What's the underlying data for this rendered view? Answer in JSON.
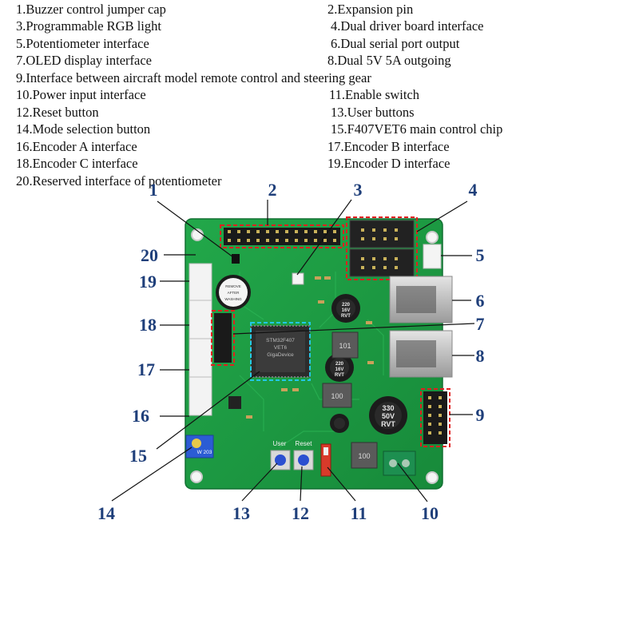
{
  "legend": [
    {
      "text": "1.Buzzer control jumper cap"
    },
    {
      "text": "2.Expansion pin"
    },
    {
      "text": "3.Programmable RGB light"
    },
    {
      "text": "4.Dual driver board interface"
    },
    {
      "text": "5.Potentiometer interface"
    },
    {
      "text": "6.Dual serial port output"
    },
    {
      "text": "7.OLED display interface"
    },
    {
      "text": "8.Dual 5V 5A outgoing"
    },
    {
      "text": "9.Interface between aircraft model remote control and steering gear"
    },
    {
      "text": "10.Power input interface"
    },
    {
      "text": "11.Enable switch"
    },
    {
      "text": "12.Reset button"
    },
    {
      "text": "13.User buttons"
    },
    {
      "text": "14.Mode selection button"
    },
    {
      "text": "15.F407VET6 main control chip"
    },
    {
      "text": "16.Encoder A interface"
    },
    {
      "text": "17.Encoder B interface"
    },
    {
      "text": "18.Encoder C interface"
    },
    {
      "text": "19.Encoder D interface"
    },
    {
      "text": "20.Reserved interface of potentiometer"
    }
  ],
  "callouts": [
    "1",
    "2",
    "3",
    "4",
    "5",
    "6",
    "7",
    "8",
    "9",
    "10",
    "11",
    "12",
    "13",
    "14",
    "15",
    "16",
    "17",
    "18",
    "19",
    "20"
  ],
  "board_text": {
    "buzzer_label": "REMOVE AFTER WASHING",
    "cap1_value": "220",
    "cap1_volt": "16V",
    "cap1_brand": "RVT",
    "cap2_value": "220",
    "cap2_volt": "16V",
    "cap2_brand": "RVT",
    "cap3_value": "330",
    "cap3_volt": "50V",
    "cap3_brand": "RVT",
    "inductor1": "101",
    "inductor2": "100",
    "inductor3": "100",
    "user_label": "User",
    "reset_label": "Reset",
    "pot_label": "W 203",
    "chip_lines": [
      "STM32F407",
      "VET6",
      "GigaDevice"
    ]
  },
  "colors": {
    "pcb": "#1f9a42",
    "pcb_dark": "#17803a",
    "callout": "#1f3f7a",
    "highlight_red": "#e02020",
    "highlight_cyan": "#22c8e6",
    "leader": "#e03020"
  }
}
